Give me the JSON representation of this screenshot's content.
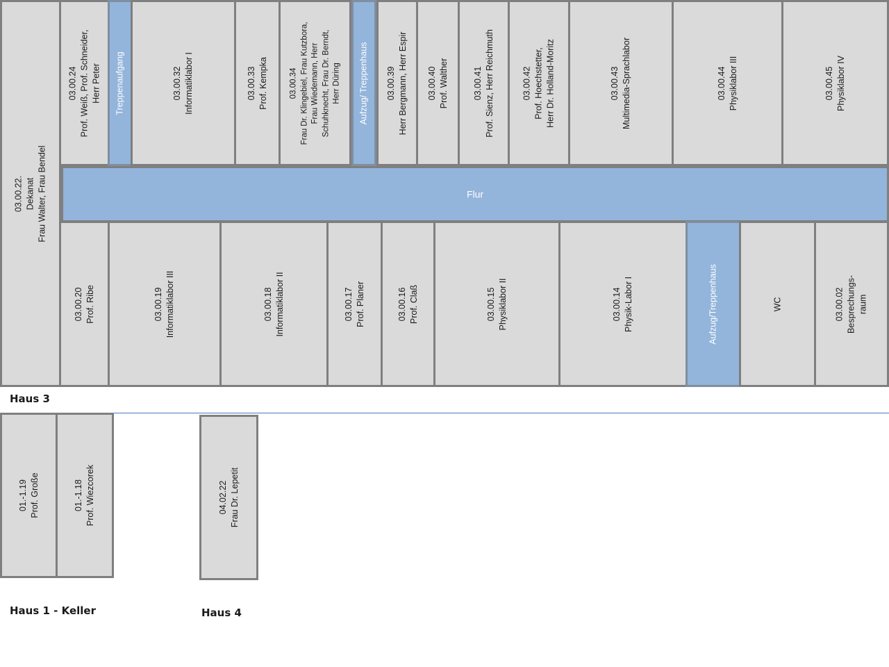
{
  "buildings": {
    "haus3": "Haus 3",
    "haus1": "Haus 1 - Keller",
    "haus4": "Haus 4"
  },
  "corridor": {
    "label": "Flur"
  },
  "rooms": {
    "r0322": [
      "03.00.22.",
      "Dekanat",
      "Frau Walter, Frau Bendel"
    ],
    "r0324": [
      "03.00.24",
      "Prof. Weiß, Prof. Schneider,",
      "Herr Peter"
    ],
    "stair_top": [
      "Treppenaufgang"
    ],
    "r0332": [
      "03.00.32",
      "Informatiklabor I"
    ],
    "r0333": [
      "03.00.33",
      "Prof. Kempka"
    ],
    "r0334": [
      "03.00.34",
      "Frau Dr. Klingebiel, Frau Kutzbora,",
      "Frau Wiedemann, Herr",
      "Schuhknecht, Frau Dr. Berndt,",
      "Herr Düring"
    ],
    "lift_top": [
      "Aufzug/ Treppenhaus"
    ],
    "r0339": [
      "03.00.39",
      "Herr Bergmann, Herr Espir"
    ],
    "r0340": [
      "03.00.40",
      "Prof.  Walther"
    ],
    "r0341": [
      "03.00.41",
      "Prof. Sienz, Herr Reichmuth"
    ],
    "r0342": [
      "03.00.42",
      "Prof. Hoechstetter,",
      "Herr Dr. Holland-Moritz"
    ],
    "r0343": [
      "03.00.43",
      "Multimedia-Sprachlabor"
    ],
    "r0344": [
      "03.00.44",
      "Physiklabor III"
    ],
    "r0345": [
      "03.00.45",
      "Physiklabor IV"
    ],
    "r0320": [
      "03.00.20",
      "Prof. Ribe"
    ],
    "r0319": [
      "03.00.19",
      "Informatiklabor III"
    ],
    "r0318": [
      "03.00.18",
      "Informatiklabor II"
    ],
    "r0317": [
      "03.00.17",
      "Prof. Planer"
    ],
    "r0316": [
      "03.00.16",
      "Prof. Claß"
    ],
    "r0315": [
      "03.00.15",
      "Physiklabor II"
    ],
    "r0314": [
      "03.00.14",
      "Physik-Labor I"
    ],
    "lift_bottom": [
      "Aufzug/Treppenhaus"
    ],
    "wc": [
      "WC"
    ],
    "r0302": [
      "03.00.02",
      "Besprechungs-",
      "raum"
    ],
    "r0119": [
      "01.-1.19",
      "Prof. Große"
    ],
    "r0118": [
      "01.-1.18",
      "Prof. Wiezcorek"
    ],
    "r0422": [
      "04.02.22",
      "Frau Dr. Lepetit"
    ]
  },
  "colors": {
    "room_fill": "#dadada",
    "stair_fill": "#93b4db",
    "border": "#7f7f7f",
    "divider": "#4a78c0"
  }
}
